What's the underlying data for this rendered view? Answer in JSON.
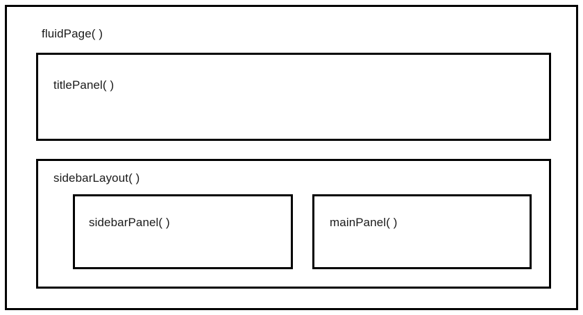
{
  "diagram": {
    "type": "nested-box-hierarchy",
    "title": "",
    "background_color": "#ffffff",
    "border_color": "#000000",
    "text_color": "#1a1a1a",
    "boxes": {
      "fluid_page": {
        "label": "fluidPage( )",
        "level": 0
      },
      "title_panel": {
        "label": "titlePanel( )",
        "level": 1
      },
      "sidebar_layout": {
        "label": "sidebarLayout( )",
        "level": 1
      },
      "sidebar_panel": {
        "label": "sidebarPanel( )",
        "level": 2
      },
      "main_panel": {
        "label": "mainPanel( )",
        "level": 2
      }
    }
  }
}
